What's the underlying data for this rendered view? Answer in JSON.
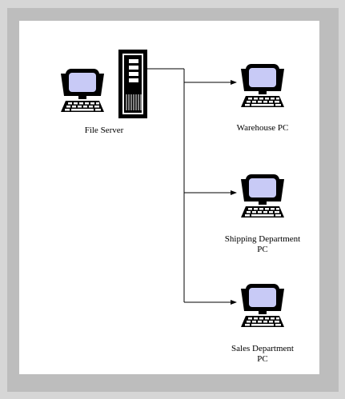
{
  "diagram": {
    "server": {
      "label": "File Server"
    },
    "clients": [
      {
        "label_line1": "Warehouse PC",
        "label_line2": ""
      },
      {
        "label_line1": "Shipping Department",
        "label_line2": "PC"
      },
      {
        "label_line1": "Sales Department",
        "label_line2": "PC"
      }
    ]
  },
  "colors": {
    "screen": "#c8caf6",
    "ink": "#000000",
    "frame_outer": "#d6d6d6",
    "frame_inner": "#bdbdbd"
  }
}
